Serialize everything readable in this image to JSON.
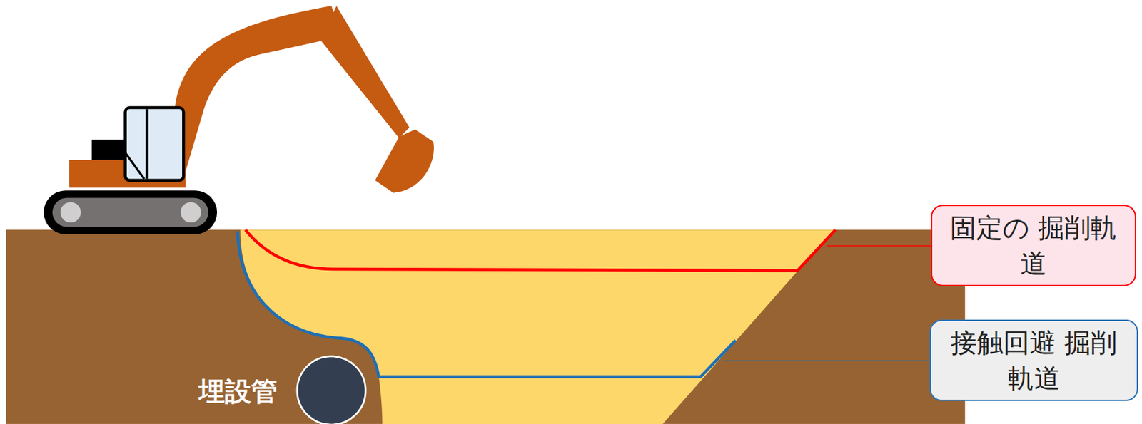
{
  "diagram": {
    "nodes": [
      {
        "text": [
          "固定の 掘削軌道"
        ]
      },
      {
        "text": [
          "接触回避 掘削軌道"
        ]
      }
    ],
    "labels": [
      "埋設管"
    ]
  }
}
